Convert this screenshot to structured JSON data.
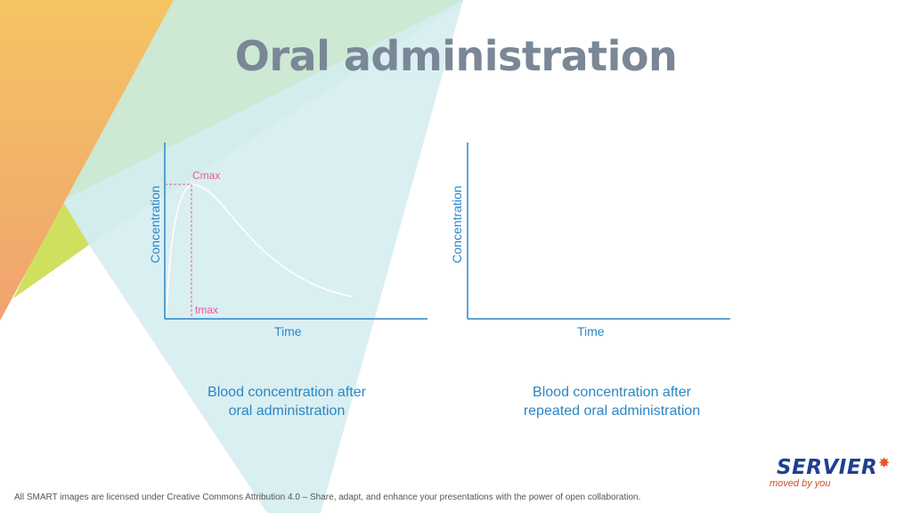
{
  "title": "Oral administration",
  "graph_left": {
    "y_axis_label": "Concentration",
    "x_axis_label": "Time",
    "cmax_label": "Cmax",
    "tmax_label": "tmax",
    "caption_line1": "Blood concentration after",
    "caption_line2": "oral administration"
  },
  "graph_right": {
    "y_axis_label": "Concentration",
    "x_axis_label": "Time",
    "caption_line1": "Blood concentration after",
    "caption_line2": "repeated oral administration"
  },
  "footer": "All SMART images are licensed under Creative Commons Attribution 4.0 – Share, adapt, and enhance your presentations with the power of open collaboration.",
  "logo": {
    "name": "SERVIER",
    "tagline": "moved by you"
  },
  "colors": {
    "axis": "#2a86c6",
    "title": "#7a8796",
    "marker": "#e85a9b",
    "brand_blue": "#1f3f8f",
    "brand_orange": "#e05a2b"
  }
}
